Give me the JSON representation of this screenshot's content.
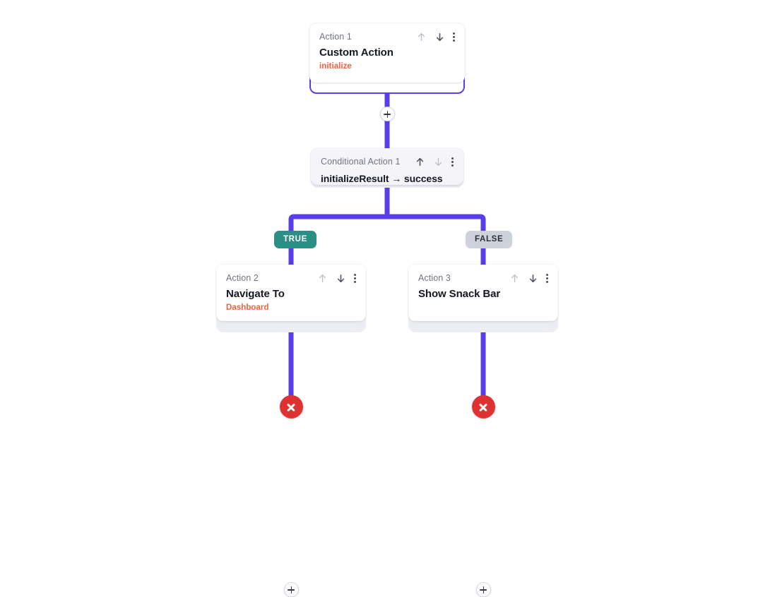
{
  "canvas": {
    "background": "#ffffff",
    "connector_color": "#5a3ce8",
    "accent_orange": "#f2613f",
    "true_color": "#2a9086",
    "false_color": "#ced2dd",
    "stop_color": "#e03131",
    "selected_border": "#5a3ce8"
  },
  "nodes": {
    "action1": {
      "eyebrow": "Action 1",
      "title": "Custom Action",
      "subtitle": "initialize",
      "move_up_icon": "arrow-up-icon",
      "move_down_icon": "arrow-down-icon",
      "menu_icon": "more-vertical-icon",
      "add_icon": "plus-icon"
    },
    "conditional1": {
      "eyebrow": "Conditional Action 1",
      "title": "initializeResult → success",
      "move_up_icon": "arrow-up-icon",
      "move_down_icon": "arrow-down-icon",
      "menu_icon": "more-vertical-icon"
    },
    "action2": {
      "eyebrow": "Action 2",
      "title": "Navigate To",
      "subtitle": "Dashboard",
      "move_up_icon": "arrow-up-icon",
      "move_down_icon": "arrow-down-icon",
      "menu_icon": "more-vertical-icon",
      "add_icon": "plus-icon"
    },
    "action3": {
      "eyebrow": "Action 3",
      "title": "Show Snack Bar",
      "subtitle": "",
      "move_up_icon": "arrow-up-icon",
      "move_down_icon": "arrow-down-icon",
      "menu_icon": "more-vertical-icon",
      "add_icon": "plus-icon"
    }
  },
  "branches": {
    "true_label": "TRUE",
    "false_label": "FALSE"
  },
  "terminators": {
    "left_icon": "close-circle-icon",
    "right_icon": "close-circle-icon"
  }
}
